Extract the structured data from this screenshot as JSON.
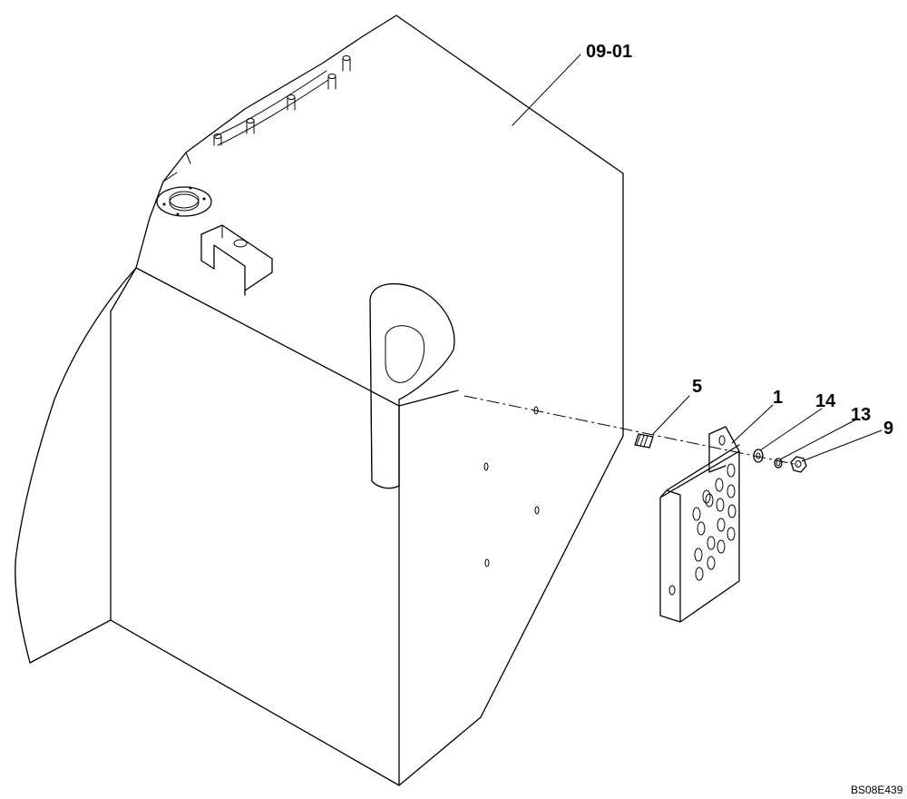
{
  "callouts": {
    "tank": "09-01",
    "pin": "5",
    "step": "1",
    "washer": "14",
    "lock_washer": "13",
    "nut": "9"
  },
  "drawing_code": "BS08E439"
}
